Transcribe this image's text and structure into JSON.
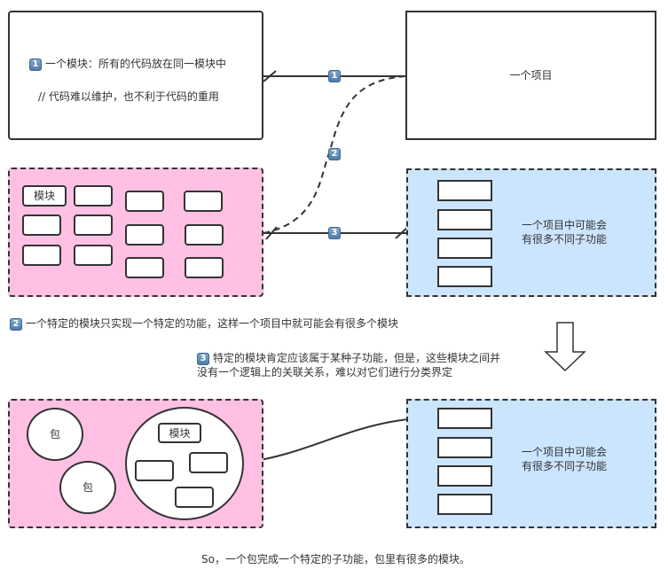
{
  "top_left_box": {
    "badge": "1",
    "title": "一个模块：所有的代码放在同一模块中",
    "comment": "// 代码难以维护，也不利于代码的重用"
  },
  "top_right_box": {
    "label": "一个项目"
  },
  "middle_left_box": {
    "module_label": "模块"
  },
  "middle_right_box": {
    "label_line1": "一个项目中可能会",
    "label_line2": "有很多不同子功能"
  },
  "connectors": {
    "badge1": "1",
    "badge2": "2",
    "badge3": "3"
  },
  "note2": {
    "badge": "2",
    "text": "一个特定的模块只实现一个特定的功能，这样一个项目中就可能会有很多个模块"
  },
  "note3": {
    "badge": "3",
    "line1": "特定的模块肯定应该属于某种子功能，但是，这些模块之间并",
    "line2": "没有一个逻辑上的关联关系，难以对它们进行分类界定"
  },
  "bottom_left_box": {
    "package1": "包",
    "package2": "包",
    "module_label": "模块"
  },
  "bottom_right_box": {
    "label_line1": "一个项目中可能会",
    "label_line2": "有很多不同子功能"
  },
  "footer": {
    "text": "So，一个包完成一个特定的子功能，包里有很多的模块。"
  },
  "colors": {
    "pink": "#ffc0e3",
    "blue": "#cce5ff",
    "stroke": "#333333",
    "badge": "#5b86ad"
  }
}
